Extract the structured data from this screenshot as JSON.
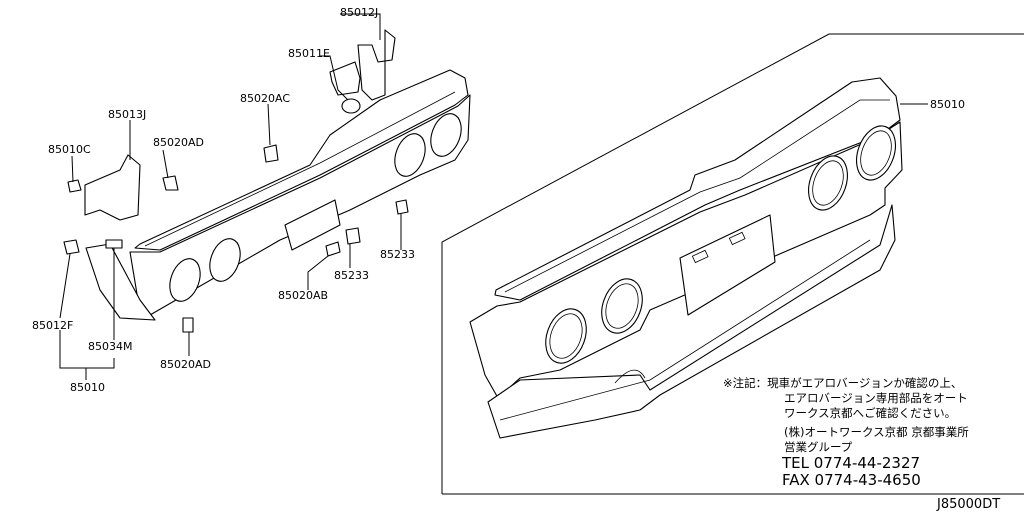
{
  "labels": {
    "p85012J": "85012J",
    "p85011E": "85011E",
    "p85020AC": "85020AC",
    "p85013J": "85013J",
    "p85020AD_top": "85020AD",
    "p85010C": "85010C",
    "p85233_a": "85233",
    "p85233_b": "85233",
    "p85020AB": "85020AB",
    "p85012F": "85012F",
    "p85034M": "85034M",
    "p85020AD_bot": "85020AD",
    "p85010_left": "85010",
    "p85010_right": "85010"
  },
  "note": {
    "line1": "※注記：現車がエアロバージョンか確認の上、",
    "line2": "エアロバージョン専用部品をオート",
    "line3": "ワークス京都へご確認ください。",
    "line4": "(株)オートワークス京都 京都事業所",
    "line5": "営業グループ",
    "tel": "TEL 0774-44-2327",
    "fax": "FAX 0774-43-4650"
  },
  "diagram_code": "J85000DT"
}
